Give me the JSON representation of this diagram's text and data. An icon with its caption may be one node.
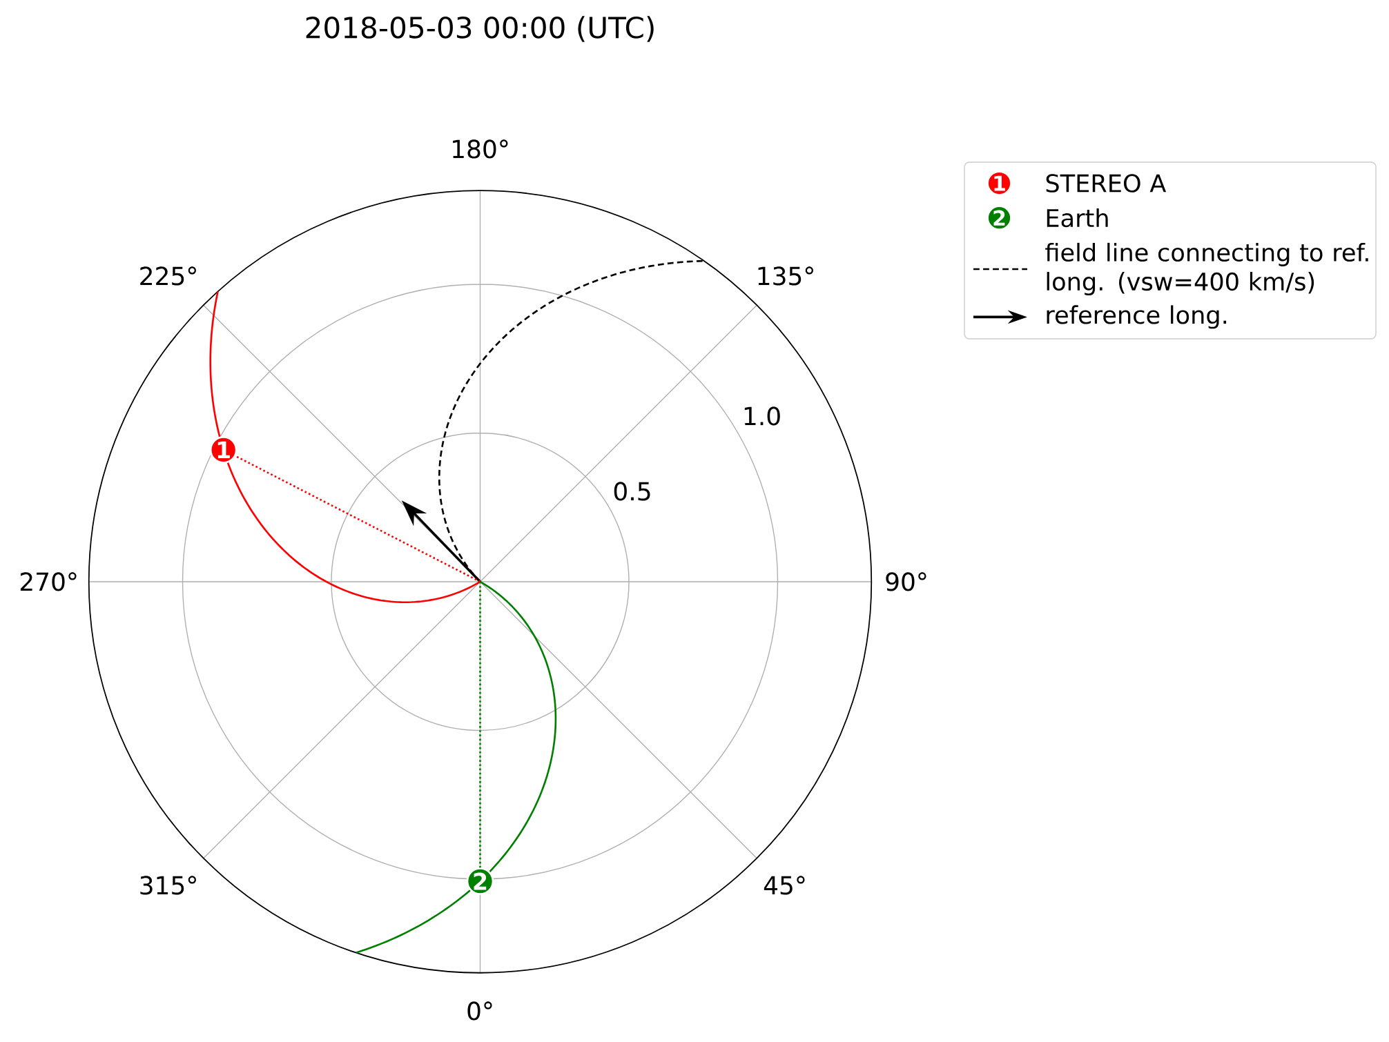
{
  "diagram": {
    "title": "2018-05-03 00:00 (UTC)",
    "nodes": [
      {
        "text": [
          "1"
        ]
      },
      {
        "text": [
          "2"
        ]
      }
    ],
    "edges": [
      {
        "from": null,
        "to": 0,
        "arrow": "none",
        "style": "dashed",
        "color": "#ff0000"
      },
      {
        "from": null,
        "to": 1,
        "arrow": "none",
        "style": "dashed",
        "color": "#008000"
      }
    ],
    "labels": [
      "180°",
      "1",
      "2",
      "225°",
      "135°",
      "1.0",
      "0.5",
      "270°",
      "90°",
      "315°",
      "45°",
      "0°"
    ],
    "legend": [
      {
        "text": "STEREO A",
        "color": "#ff0000"
      },
      {
        "text": "Earth",
        "color": "#008000"
      },
      {
        "text": "field line connecting to ref. long. (vsw=400 km/s)"
      },
      {
        "text": "reference long."
      }
    ]
  }
}
